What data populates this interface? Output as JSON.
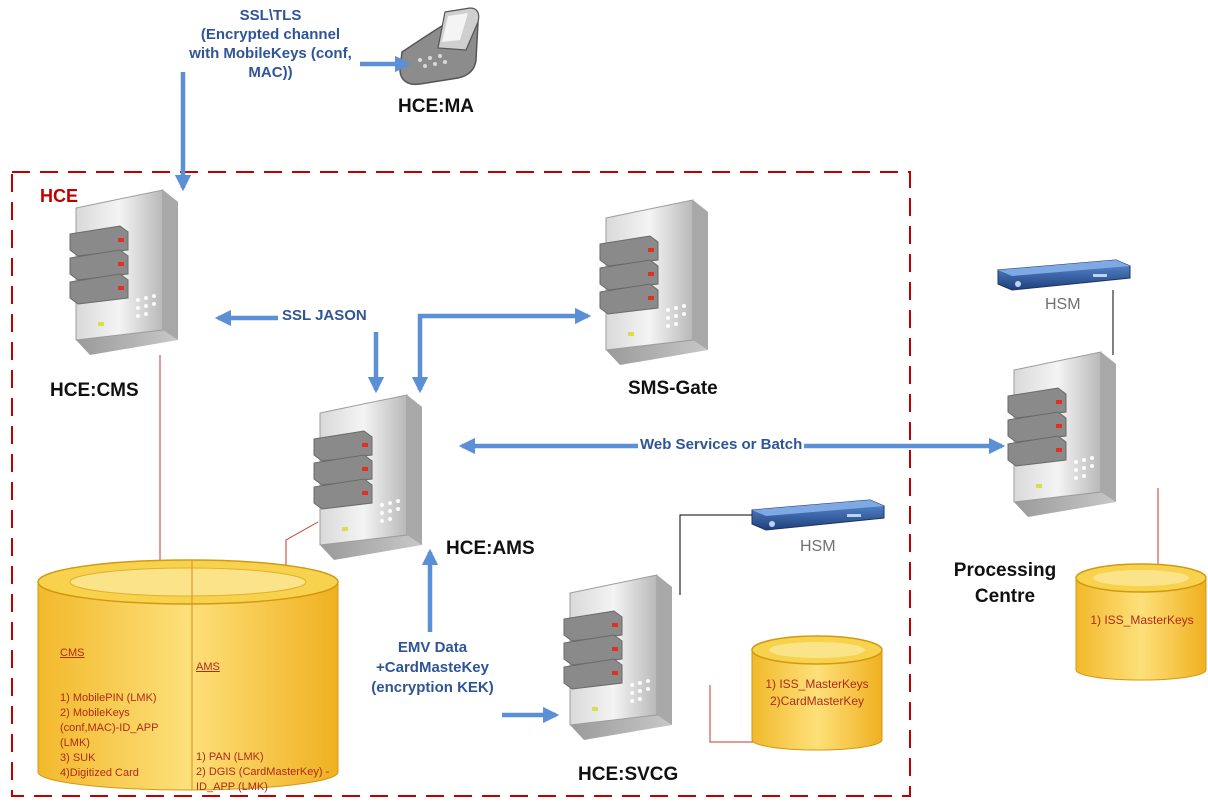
{
  "boundary": {
    "label": "HCE"
  },
  "nodes": {
    "mobile_app": "HCE:MA",
    "cms": "HCE:CMS",
    "ams": "HCE:AMS",
    "sms_gate": "SMS-Gate",
    "svcg": "HCE:SVCG",
    "processing_line1": "Processing",
    "processing_line2": "Centre"
  },
  "hsm": {
    "label_top": "HSM",
    "label_mid": "HSM"
  },
  "edges": {
    "ssl_tls_line1": "SSL\\TLS",
    "ssl_tls_line2": "(Encrypted channel",
    "ssl_tls_line3": "with MobileKeys (conf, MAC))",
    "ssl_jason": "SSL JASON",
    "web_services": "Web Services or Batch",
    "emv_line1": "EMV Data",
    "emv_line2": "+CardMasteKey",
    "emv_line3": "(encryption KEK)"
  },
  "databases": {
    "main": {
      "cms_title": "CMS",
      "cms_items": "1) MobilePIN (LMK)\n2) MobileKeys\n(conf,MAC)-ID_APP\n(LMK)\n3) SUK\n4)Digitized Card",
      "ams_title": "AMS",
      "ams_items": "1) PAN (LMK)\n2) DGIS (CardMasterKey) -\nID_APP (LMK)"
    },
    "svcg": {
      "items": "1) ISS_MasterKeys\n2)CardMasterKey"
    },
    "processing": {
      "items": "1) ISS_MasterKeys"
    }
  },
  "colors": {
    "arrow": "#5b8fd6",
    "boundary": "#c00000",
    "db_fill": "#f7c948",
    "db_text": "#b02a1a"
  }
}
